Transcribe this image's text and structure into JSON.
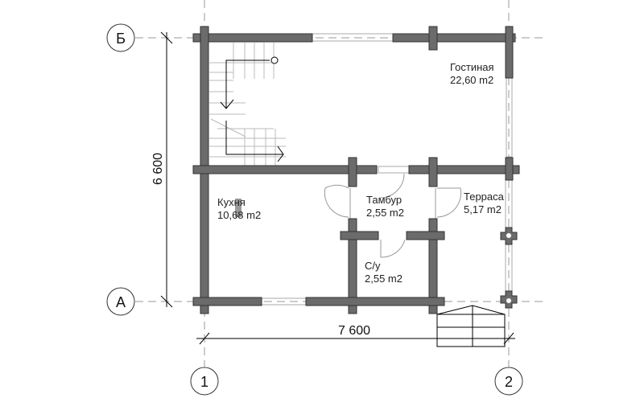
{
  "axes": {
    "rows": [
      "Б",
      "А"
    ],
    "cols": [
      "1",
      "2"
    ]
  },
  "dimensions": {
    "height": "6 600",
    "width": "7 600"
  },
  "rooms": [
    {
      "name": "Гостиная",
      "area": "22,60 m2"
    },
    {
      "name": "Кухня",
      "area": "10,68 m2"
    },
    {
      "name": "Тамбур",
      "area": "2,55 m2"
    },
    {
      "name": "Терраса",
      "area": "5,17 m2"
    },
    {
      "name": "С/у",
      "area": "2,55 m2"
    }
  ]
}
